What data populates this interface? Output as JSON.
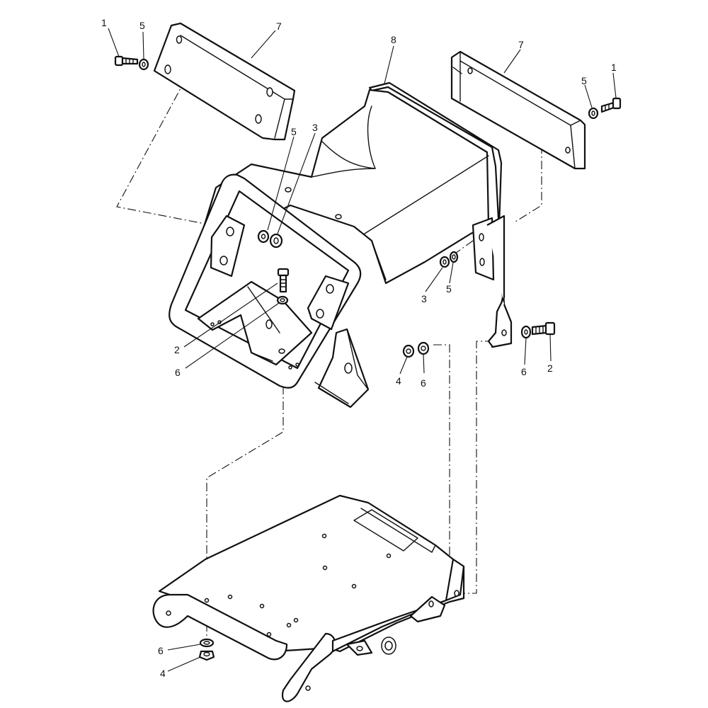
{
  "diagram": {
    "callouts": [
      {
        "id": "c1a",
        "text": "1"
      },
      {
        "id": "c5a",
        "text": "5"
      },
      {
        "id": "c7a",
        "text": "7"
      },
      {
        "id": "c8",
        "text": "8"
      },
      {
        "id": "c7b",
        "text": "7"
      },
      {
        "id": "c5b",
        "text": "5"
      },
      {
        "id": "c1b",
        "text": "1"
      },
      {
        "id": "c5c",
        "text": "5"
      },
      {
        "id": "c3a",
        "text": "3"
      },
      {
        "id": "c3b",
        "text": "3"
      },
      {
        "id": "c5d",
        "text": "5"
      },
      {
        "id": "c2a",
        "text": "2"
      },
      {
        "id": "c6a",
        "text": "6"
      },
      {
        "id": "c4a",
        "text": "4"
      },
      {
        "id": "c6b",
        "text": "6"
      },
      {
        "id": "c6c",
        "text": "6"
      },
      {
        "id": "c2b",
        "text": "2"
      },
      {
        "id": "c6d",
        "text": "6"
      },
      {
        "id": "c4b",
        "text": "4"
      }
    ]
  }
}
